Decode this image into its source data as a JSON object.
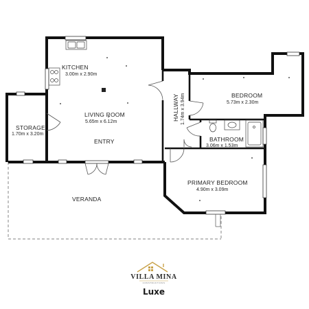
{
  "rooms": {
    "kitchen": {
      "name": "KITCHEN",
      "dims": "3.00m x 2.90m"
    },
    "living_room": {
      "name": "LIVING ROOM",
      "dims": "5.65m x 6.12m"
    },
    "entry": {
      "name": "ENTRY"
    },
    "storage": {
      "name": "STORAGE",
      "dims": "1.70m x 3.20m"
    },
    "hallway": {
      "name": "HALLWAY",
      "dims": "1.74m x 3.94m"
    },
    "bedroom": {
      "name": "BEDROOM",
      "dims": "5.73m x 2.30m"
    },
    "bathroom": {
      "name": "BATHROOM",
      "dims": "3.06m x 1.53m"
    },
    "primary_bedroom": {
      "name": "PRIMARY BEDROOM",
      "dims": "4.90m x 3.09m"
    },
    "veranda": {
      "name": "VERANDA"
    }
  },
  "branding": {
    "logo_name": "VILLA MINA",
    "logo_tagline": "CONSTRUCTIONS",
    "tier": "Luxe",
    "logo_accent": "#c9a24a"
  },
  "icons": [
    "kitchen-sink-icon",
    "cooktop-icon",
    "toilet-icon",
    "bathroom-sink-icon",
    "shower-icon",
    "light-fixture-icon",
    "house-roof-icon"
  ]
}
